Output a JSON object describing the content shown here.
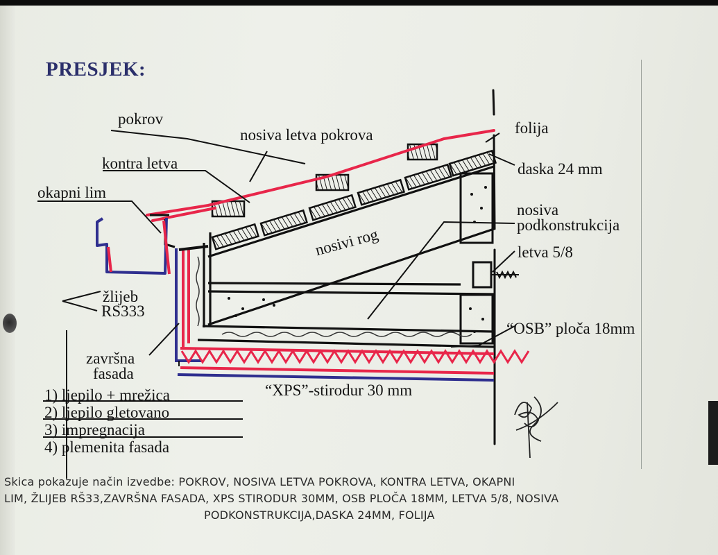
{
  "heading": "PRESJEK:",
  "labels": {
    "pokrov": "pokrov",
    "nosiva_letva_pokrova": "nosiva letva pokrova",
    "folija": "folija",
    "kontra_letva": "kontra letva",
    "daska": "daska 24 mm",
    "okapni_lim": "okapni lim",
    "nosiva": "nosiva",
    "podkonstrukcija": "podkonstrukcija",
    "nosivi_rog": "nosivi rog",
    "letva": "letva 5/8",
    "zlijeb": "žlijeb",
    "rs333": "RS333",
    "osb": "“OSB” ploča 18mm",
    "zavrsna": "završna",
    "fasada": "fasada",
    "xps": "“XPS”-stirodur 30 mm"
  },
  "layers": [
    "1) ljepilo + mrežica",
    "2) ljepilo gletovano",
    "3) impregnacija",
    "4) plemenita fasada"
  ],
  "caption": {
    "line1": "Skica pokazuje način izvedbe:  POKROV, NOSIVA LETVA POKROVA, KONTRA LETVA, OKAPNI",
    "line2": "LIM, ŽLIJEB RŠ33,ZAVRŠNA FASADA,  XPS STIRODUR 30MM, OSB PLOČA 18MM, LETVA 5/8, NOSIVA",
    "line3": "PODKONSTRUKCIJA,DASKA 24MM, FOLIJA"
  },
  "colors": {
    "ink": "#141414",
    "red_marker": "#e8264a",
    "blue_marker": "#2f2f8f",
    "heading": "#2b2f6b"
  }
}
